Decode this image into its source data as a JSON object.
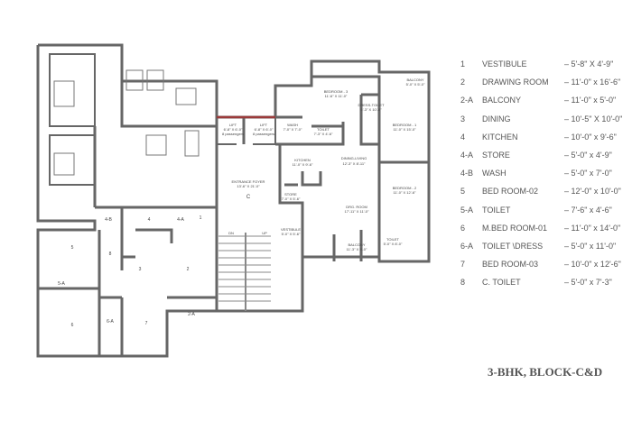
{
  "title": "3-BHK, BLOCK-C&D",
  "legend": [
    {
      "no": "1",
      "name": "VESTIBULE",
      "dim": "– 5'-8\" X 4'-9\""
    },
    {
      "no": "2",
      "name": "DRAWING ROOM",
      "dim": "– 11'-0\" x 16'-6\""
    },
    {
      "no": "2-A",
      "name": "BALCONY",
      "dim": "– 11'-0\" x 5'-0\""
    },
    {
      "no": "3",
      "name": "DINING",
      "dim": "– 10'-5\" X 10'-0\""
    },
    {
      "no": "4",
      "name": "KITCHEN",
      "dim": "– 10'-0\" x 9'-6\""
    },
    {
      "no": "4-A",
      "name": "STORE",
      "dim": "– 5'-0\" x 4'-9\""
    },
    {
      "no": "4-B",
      "name": "WASH",
      "dim": "– 5'-0\" x 7'-0\""
    },
    {
      "no": "5",
      "name": "BED ROOM-02",
      "dim": "– 12'-0\" x 10'-0\""
    },
    {
      "no": "5-A",
      "name": "TOILET",
      "dim": "– 7'-6\" x 4'-6\""
    },
    {
      "no": "6",
      "name": "M.BED ROOM-01",
      "dim": "– 11'-0\" x 14'-0\""
    },
    {
      "no": "6-A",
      "name": "TOILET \\DRESS",
      "dim": "– 5'-0\" x 11'-0\""
    },
    {
      "no": "7",
      "name": "BED ROOM-03",
      "dim": "– 10'-0\" x 12'-6\""
    },
    {
      "no": "8",
      "name": "C. TOILET",
      "dim": "– 5'-0\" x 7'-3\""
    }
  ],
  "rooms": {
    "bedroom3": {
      "name": "BEDROOM - 3",
      "dim": "11'-6\" X 11'-0\""
    },
    "dress": {
      "name": "DRESS-TOILET",
      "dim": "5'-3\" X 10'-8\""
    },
    "bedroom1": {
      "name": "BEDROOM - 1",
      "dim": "11'-0\" X 15'-0\""
    },
    "balcony_top": {
      "name": "BALCONY",
      "dim": "5'-0\" X 5'-0\""
    },
    "wash": {
      "name": "WASH",
      "dim": "7'-0\" X 7'-0\""
    },
    "toilet": {
      "name": "TOILET",
      "dim": "7'-3\" X 4'-6\""
    },
    "kitchen": {
      "name": "KITCHEN",
      "dim": "11'-0\" X 9'-6\""
    },
    "dining": {
      "name": "DINING-LIVING",
      "dim": "12'-3\" X 8'-11\""
    },
    "store": {
      "name": "STORE",
      "dim": "7'-0\" X 5'-6\""
    },
    "drg": {
      "name": "DRG. ROOM",
      "dim": "17'-11\" X 11'-0\""
    },
    "bedroom2": {
      "name": "BEDROOM - 2",
      "dim": "11'-0\" X 12'-6\""
    },
    "vestibule": {
      "name": "VESTIBULE",
      "dim": "5'-0\" X 5'-6\""
    },
    "balcony_bottom": {
      "name": "BALCONY",
      "dim": "11'-3\" X 5'-0\""
    },
    "toilet2": {
      "name": "TOILET",
      "dim": "5'-0\" X 8'-0\""
    },
    "lift1": {
      "name": "LIFT",
      "dim": "6'-8\" X 6'-0\"",
      "cap": "8 passengers"
    },
    "lift2": {
      "name": "LIFT",
      "dim": "6'-8\" X 6'-0\"",
      "cap": "8 passengers"
    },
    "foyer": {
      "name": "ENTRANCE FOYER",
      "dim": "13'-6\" X 21'-0\"",
      "mark": "C"
    },
    "stairs": {
      "dn": "DN",
      "up": "UP"
    }
  },
  "left_labels": [
    "1",
    "2",
    "2-A",
    "3",
    "4",
    "4-A",
    "4-B",
    "5",
    "5-A",
    "6",
    "6-A",
    "7",
    "8"
  ],
  "colors": {
    "wall": "#666666",
    "lift_wall": "#9b3a3a",
    "text": "#555555"
  }
}
